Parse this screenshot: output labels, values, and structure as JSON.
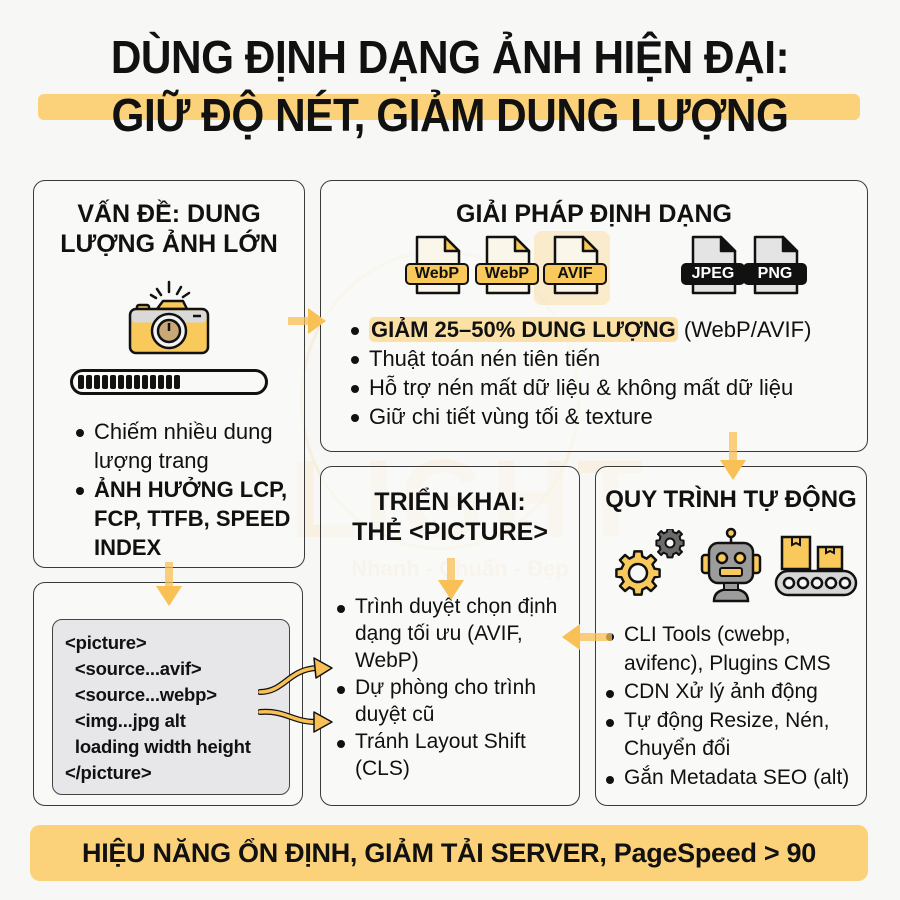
{
  "title": {
    "line1": "DÙNG ĐỊNH DẠNG ẢNH HIỆN ĐẠI:",
    "line2": "GIỮ ĐỘ NÉT, GIẢM DUNG LƯỢNG"
  },
  "watermark": {
    "brand": "LIGHT",
    "tagline": "Nhanh - Chuẩn - Đẹp"
  },
  "problem": {
    "title_line1": "VẤN ĐỀ: DUNG",
    "title_line2": "LƯỢNG ẢNH LỚN",
    "icons": [
      "camera-icon",
      "progress-bar-icon"
    ],
    "progress_segments": 13,
    "bullets": [
      {
        "text": "Chiếm nhiều dung lượng trang",
        "bold": false
      },
      {
        "text": "ẢNH HƯỞNG LCP, FCP, TTFB, SPEED INDEX",
        "bold": true
      }
    ]
  },
  "solution": {
    "title": "GIẢI PHÁP ĐỊNH DẠNG",
    "files": [
      {
        "label": "WebP",
        "style": "modern"
      },
      {
        "label": "WebP",
        "style": "modern"
      },
      {
        "label": "AVIF",
        "style": "modern-highlight"
      },
      {
        "label": "JPEG",
        "style": "legacy"
      },
      {
        "label": "PNG",
        "style": "legacy"
      }
    ],
    "bullets": [
      {
        "highlight": "GIẢM 25–50% DUNG LƯỢNG",
        "rest": " (WebP/AVIF)"
      },
      {
        "text": "Thuật toán nén tiên tiến"
      },
      {
        "text": "Hỗ trợ nén mất dữ liệu & không mất dữ liệu"
      },
      {
        "text": "Giữ chi tiết vùng tối & texture"
      }
    ]
  },
  "deploy": {
    "title_line1": "TRIỂN KHAI:",
    "title_line2": "THẺ <PICTURE>",
    "bullets": [
      "Trình duyệt chọn định dạng tối ưu (AVIF, WebP)",
      "Dự phòng cho trình duyệt cũ",
      "Tránh Layout Shift (CLS)"
    ]
  },
  "code": {
    "lines": [
      "<picture>",
      "  <source...avif>",
      "  <source...webp>",
      "  <img...jpg alt",
      "  loading width height",
      "</picture>"
    ]
  },
  "automation": {
    "title": "QUY TRÌNH TỰ ĐỘNG",
    "icons": [
      "gears-icon",
      "robot-icon",
      "conveyor-belt-icon"
    ],
    "bullets": [
      "CLI Tools (cwebp, avifenc), Plugins CMS",
      "CDN Xử lý ảnh động",
      "Tự động Resize, Nén, Chuyển đổi",
      "Gắn Metadata SEO (alt)"
    ]
  },
  "footer": {
    "text": "HIỆU NĂNG ỔN ĐỊNH, GIẢM TẢI SERVER, PageSpeed > 90"
  },
  "colors": {
    "accent": "#fbd27a",
    "accent_light": "#fbe1a6",
    "arrow": "#f8c055",
    "border": "#3a3a3a",
    "background": "#f7f7f6",
    "code_bg": "#e7e7e9"
  }
}
